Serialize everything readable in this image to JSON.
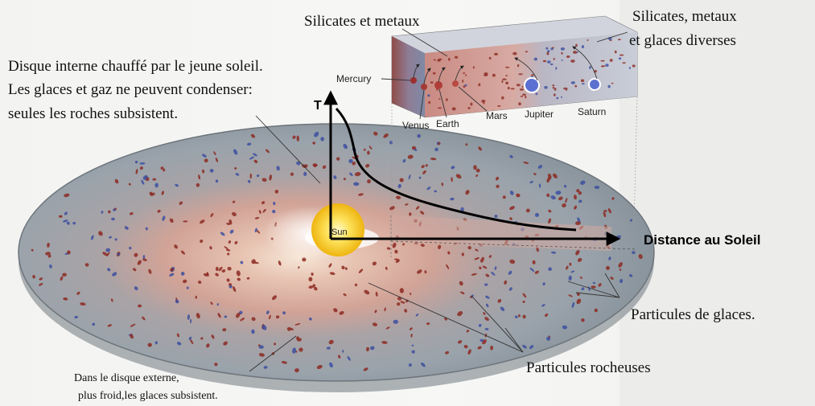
{
  "labels": {
    "inner_disk_1": "Disque interne chauffé par le jeune soleil.",
    "inner_disk_2": "Les glaces et gaz ne peuvent condenser:",
    "inner_disk_3": "seules les roches subsistent.",
    "silicates_metals": "Silicates et metaux",
    "silicates_metals_ices_1": "Silicates, metaux",
    "silicates_metals_ices_2": "et  glaces diverses",
    "ice_particles": "Particules de glaces.",
    "rocky_particles": "Particules rocheuses",
    "outer_disk_1": "Dans le disque externe,",
    "outer_disk_2": "plus froid,les glaces subsistent."
  },
  "axes": {
    "y_label": "T",
    "x_label": "Distance au Soleil"
  },
  "sun_label": "Sun",
  "planets": [
    "Mercury",
    "Venus",
    "Earth",
    "Mars",
    "Jupiter",
    "Saturn"
  ],
  "colors": {
    "disk_outer": "#8f99a1",
    "disk_inner": "#c9a59a",
    "rock_particle": "#8c2a22",
    "ice_particle": "#3c4fa0",
    "sun": "#f5c518",
    "axis": "#000000"
  }
}
